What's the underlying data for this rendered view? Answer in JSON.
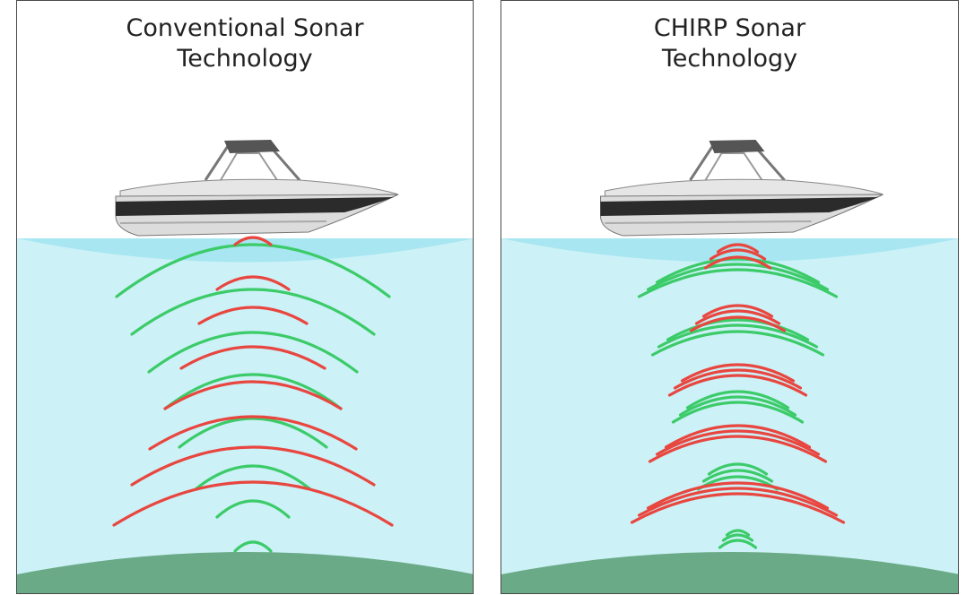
{
  "panels": [
    {
      "title_line1": "Conventional Sonar",
      "title_line2": "Technology",
      "mode": "conventional"
    },
    {
      "title_line1": "CHIRP Sonar",
      "title_line2": "Technology",
      "mode": "chirp"
    }
  ],
  "colors": {
    "water": "#ccf1f7",
    "water_surface": "#a8e6f1",
    "seabed": "#6aaa86",
    "outgoing_wave": "#e8463f",
    "return_wave": "#3ccb69",
    "hull_dark": "#2b2b2b",
    "hull_light": "#dcdcdc"
  }
}
